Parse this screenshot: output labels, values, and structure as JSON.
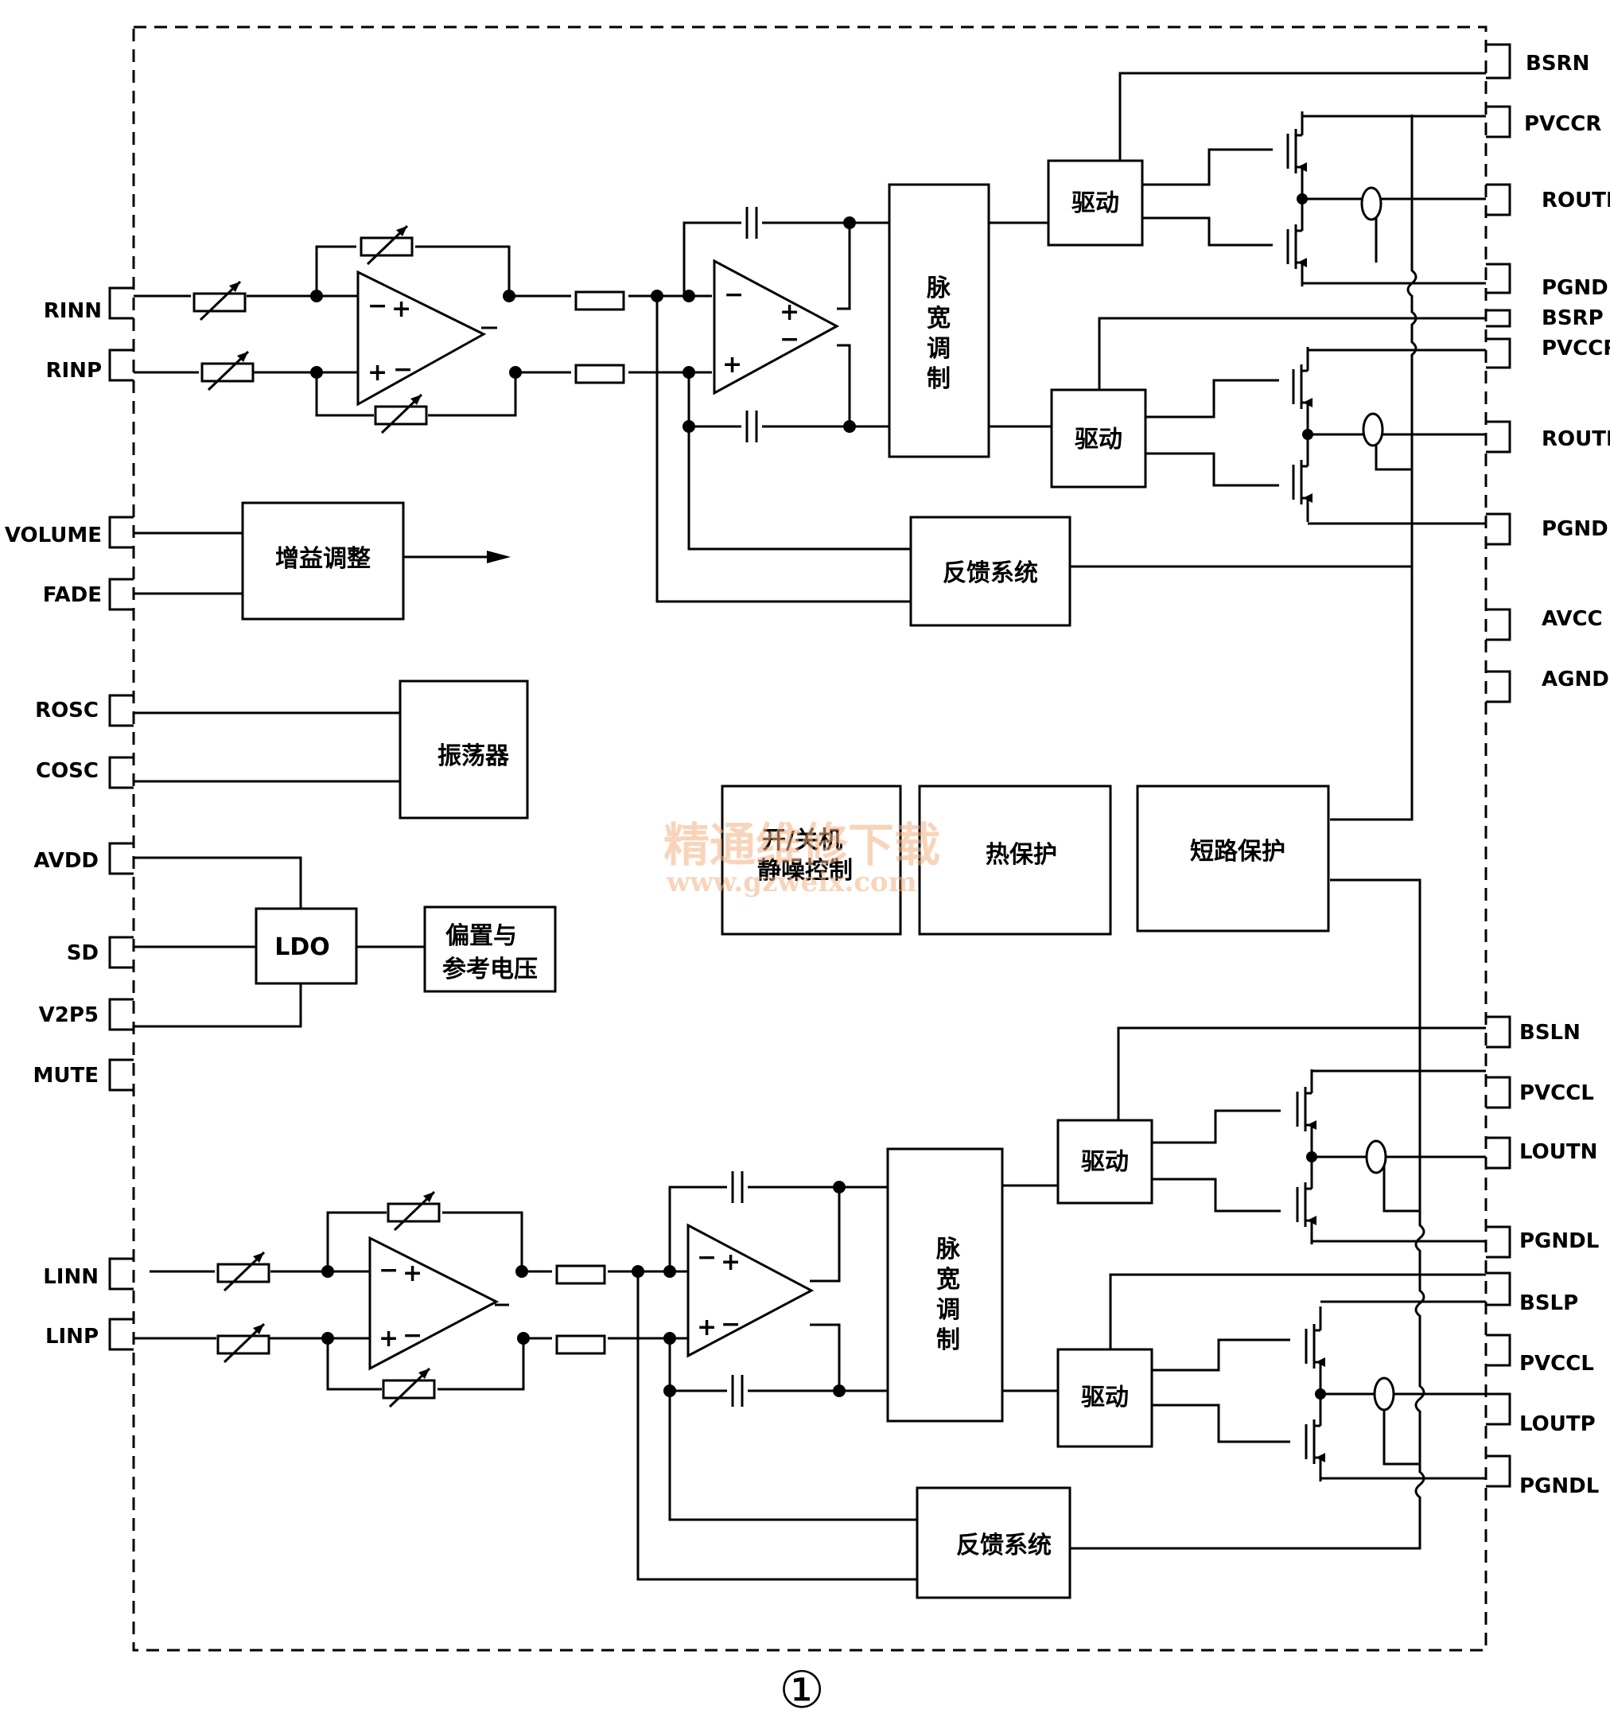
{
  "left_pins": {
    "rinn": "RINN",
    "rinp": "RINP",
    "volume": "VOLUME",
    "fade": "FADE",
    "rosc": "ROSC",
    "cosc": "COSC",
    "avdd": "AVDD",
    "sd": "SD",
    "v2p5": "V2P5",
    "mute": "MUTE",
    "linn": "LINN",
    "linp": "LINP"
  },
  "right_pins": {
    "bsrn": "BSRN",
    "pvccr1": "PVCCR",
    "routn": "ROUTN",
    "pgndr1": "PGNDR",
    "bsrp": "BSRP",
    "pvccr2": "PVCCR",
    "routp": "ROUTP",
    "pgndr2": "PGNDR",
    "avcc": "AVCC",
    "agnd": "AGND",
    "bsln": "BSLN",
    "pvccl1": "PVCCL",
    "loutn": "LOUTN",
    "pgndl1": "PGNDL",
    "bslp": "BSLP",
    "pvccl2": "PVCCL",
    "loutp": "LOUTP",
    "pgndl2": "PGNDL"
  },
  "blocks": {
    "pwm_top": [
      "脉",
      "宽",
      "调",
      "制"
    ],
    "pwm_bottom": [
      "脉",
      "宽",
      "调",
      "制"
    ],
    "driver": "驱动",
    "feedback": "反馈系统",
    "gain_adjust": "增益调整",
    "oscillator": "振荡器",
    "ldo": "LDO",
    "bias_line1": "偏置与",
    "bias_line2": "参考电压",
    "onoff_line1": "开/关机",
    "onoff_line2": "静噪控制",
    "thermal": "热保护",
    "short_circuit": "短路保护"
  },
  "watermark": {
    "line1": "精通维修下载",
    "line2": "www.gzweix.com"
  },
  "figure_number": "①"
}
